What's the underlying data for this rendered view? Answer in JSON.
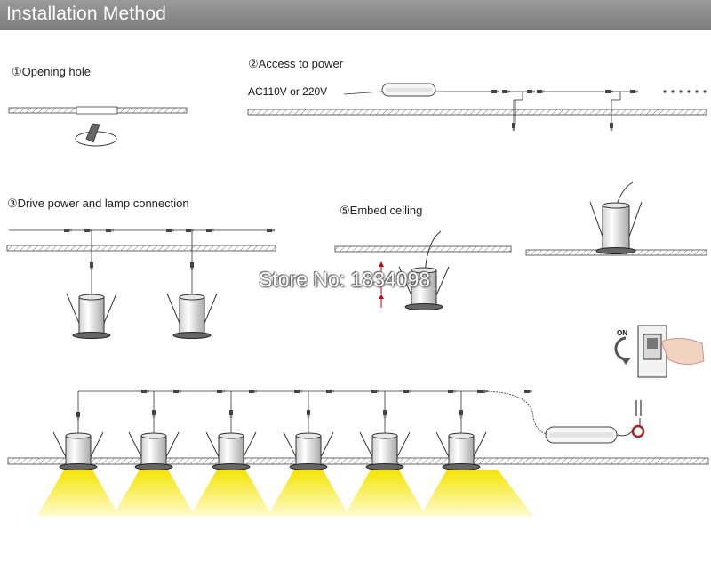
{
  "header": {
    "title": "Installation Method"
  },
  "steps": {
    "step1": "①Opening hole",
    "step2": "②Access to power",
    "step3": "③Drive power and lamp connection",
    "step5": "⑤Embed ceiling"
  },
  "power_label": "AC110V or 220V",
  "switch_label": "ON",
  "watermark": "Store No: 1834098",
  "colors": {
    "header_bg": "#8a8a8a",
    "light_beam": "#f3e500",
    "line": "#333333"
  },
  "icons": [
    "fixture-icon",
    "driver-box-icon",
    "connector-icon",
    "switch-icon",
    "hand-icon",
    "rotate-arrow-icon",
    "up-arrow-icon"
  ]
}
